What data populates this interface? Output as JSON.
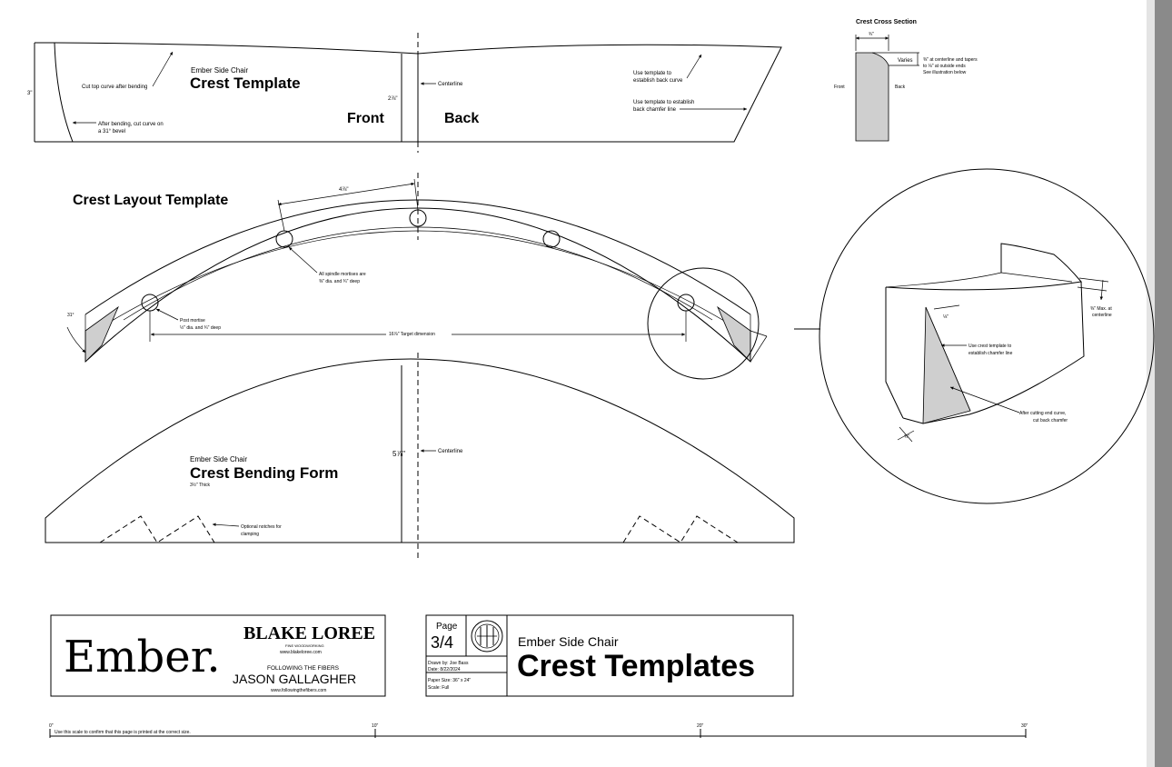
{
  "top_template": {
    "subtitle": "Ember Side Chair",
    "title": "Crest Template",
    "front_label": "Front",
    "back_label": "Back",
    "height_dim": "3\"",
    "center_dim": "2⅞\"",
    "centerline": "Centerline",
    "note_cut_top": "Cut top curve after bending",
    "note_bevel_1": "After bending, cut curve on",
    "note_bevel_2": "a 31° bevel",
    "note_back_curve_1": "Use template to",
    "note_back_curve_2": "establish back curve",
    "note_chamfer_1": "Use template to establish",
    "note_chamfer_2": "back chamfer line"
  },
  "cross_section": {
    "title": "Crest Cross Section",
    "width_dim": "¾\"",
    "varies": "Varies",
    "note_1": "⅜\" at centerline and tapers",
    "note_2": "to ⅛\" at outside ends",
    "note_3": "See illustration below",
    "front": "Front",
    "back": "Back"
  },
  "layout_template": {
    "title": "Crest Layout Template",
    "spacing_dim": "4⅞\"",
    "angle": "31°",
    "spindle_note_1": "All spindle mortises are",
    "spindle_note_2": "⅜\" dia. and ¾\" deep",
    "post_note_1": "Post mortise",
    "post_note_2": "½\" dia. and ¾\" deep",
    "target_dim": "16⅞\" Target dimension"
  },
  "detail": {
    "max_note_1": "⅜\" Max. at",
    "max_note_2": "centerline",
    "small_dim": "⅛\"",
    "chamfer_note_1": "Use crest template to",
    "chamfer_note_2": "establish chamfer line",
    "end_note_1": "After cutting end curve,",
    "end_note_2": "cut back chamfer",
    "bottom_dim": "¾\""
  },
  "bending_form": {
    "subtitle": "Ember Side Chair",
    "title": "Crest Bending Form",
    "thickness": "3½\" Thick",
    "height_dim": "5⅞\"",
    "centerline": "Centerline",
    "notch_note_1": "Optional notches for",
    "notch_note_2": "clamping"
  },
  "brand_box": {
    "logo": "Ember.",
    "blake_loree": "BLAKE LOREE",
    "fine_woodworking": "FINE WOODWORKING",
    "blake_url": "www.blakeloree.com",
    "following": "FOLLOWING THE FIBERS",
    "author": "JASON GALLAGHER",
    "fibers_url": "www.followingthefibers.com"
  },
  "title_block": {
    "page_label": "Page",
    "page_value": "3/4",
    "drawn_by": "Drawn by: Joe Bass",
    "date": "Date: 8/22/2024",
    "paper_size": "Paper Size: 36\" x 24\"",
    "scale": "Scale: Full",
    "subtitle": "Ember Side Chair",
    "title": "Crest Templates"
  },
  "scale_bar": {
    "ticks": [
      "0\"",
      "10\"",
      "20\"",
      "30\""
    ],
    "note": "Use this scale to confirm that this page is printed at the correct size."
  }
}
